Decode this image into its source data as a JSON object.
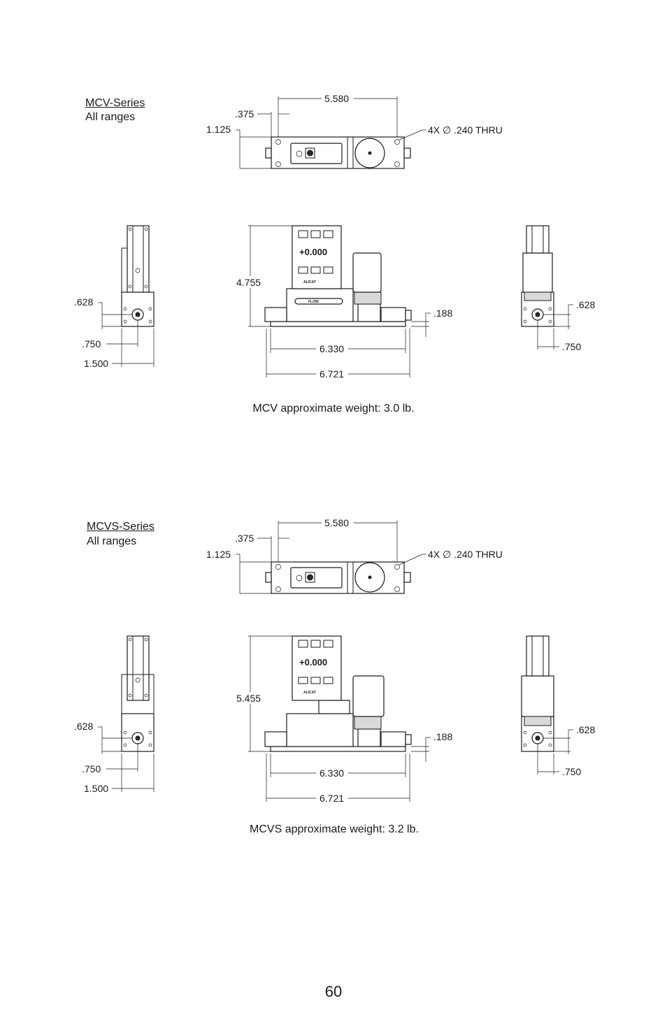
{
  "page_number": "60",
  "sections": [
    {
      "series": "MCV-Series",
      "ranges": "All ranges",
      "weight": "MCV approximate weight: 3.0 lb.",
      "dims": {
        "top_length": "5.580",
        "hole_offset": ".375",
        "top_width": "1.125",
        "holes": "4X ∅ .240 THRU",
        "height": "4.755",
        "base_length": "6.330",
        "overall_length": "6.721",
        "base_thickness": ".188",
        "left_port_height": ".628",
        "left_port_offset": ".750",
        "left_width": "1.500",
        "right_port_height": ".628",
        "right_port_offset": ".750"
      }
    },
    {
      "series": "MCVS-Series",
      "ranges": "All ranges",
      "weight": "MCVS approximate weight: 3.2 lb.",
      "dims": {
        "top_length": "5.580",
        "hole_offset": ".375",
        "top_width": "1.125",
        "holes": "4X ∅ .240 THRU",
        "height": "5.455",
        "base_length": "6.330",
        "overall_length": "6.721",
        "base_thickness": ".188",
        "left_port_height": ".628",
        "left_port_offset": ".750",
        "left_width": "1.500",
        "right_port_height": ".628",
        "right_port_offset": ".750"
      }
    }
  ],
  "device": {
    "display_reading": "+0.000",
    "logo": "ALICAT",
    "flow_label": "FLOW"
  }
}
